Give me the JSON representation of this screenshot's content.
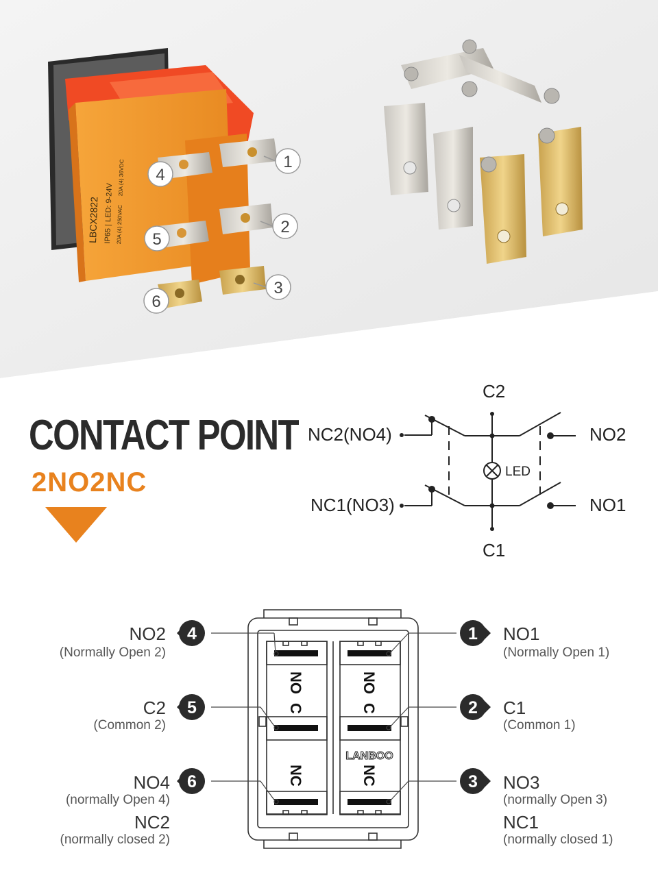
{
  "heading": {
    "title": "CONTACT POINT",
    "subtitle": "2NO2NC"
  },
  "photo_callouts": [
    "1",
    "2",
    "3",
    "4",
    "5",
    "6"
  ],
  "switch_print": {
    "model": "LBCX2822",
    "led": "IP65 | LED: 9-24V",
    "rating_ac": "20A (4) 250VAC",
    "rating_dc": "20A (4) 36VDC"
  },
  "schematic": {
    "c2": "C2",
    "c1": "C1",
    "nc2_no4": "NC2(NO4)",
    "nc1_no3": "NC1(NO3)",
    "no2": "NO2",
    "no1": "NO1",
    "led": "LED"
  },
  "pinout": {
    "brand": "LANBOO",
    "slot_labels": {
      "no": "NO",
      "c": "C",
      "nc": "NC"
    },
    "left": [
      {
        "num": "4",
        "name": "NO2",
        "desc": "(Normally Open 2)"
      },
      {
        "num": "5",
        "name": "C2",
        "desc": "(Common 2)"
      },
      {
        "num": "6",
        "name": "NO4",
        "desc": "(normally Open 4)",
        "name2": "NC2",
        "desc2": "(normally closed 2)"
      }
    ],
    "right": [
      {
        "num": "1",
        "name": "NO1",
        "desc": "(Normally Open 1)"
      },
      {
        "num": "2",
        "name": "C1",
        "desc": "(Common 1)"
      },
      {
        "num": "3",
        "name": "NO3",
        "desc": "(normally Open 3)",
        "name2": "NC1",
        "desc2": "(normally closed 1)"
      }
    ]
  },
  "colors": {
    "accent": "#e8821e",
    "switch_body": "#f29a2e",
    "switch_cap": "#f25a2a",
    "dark": "#2b2b2b"
  }
}
